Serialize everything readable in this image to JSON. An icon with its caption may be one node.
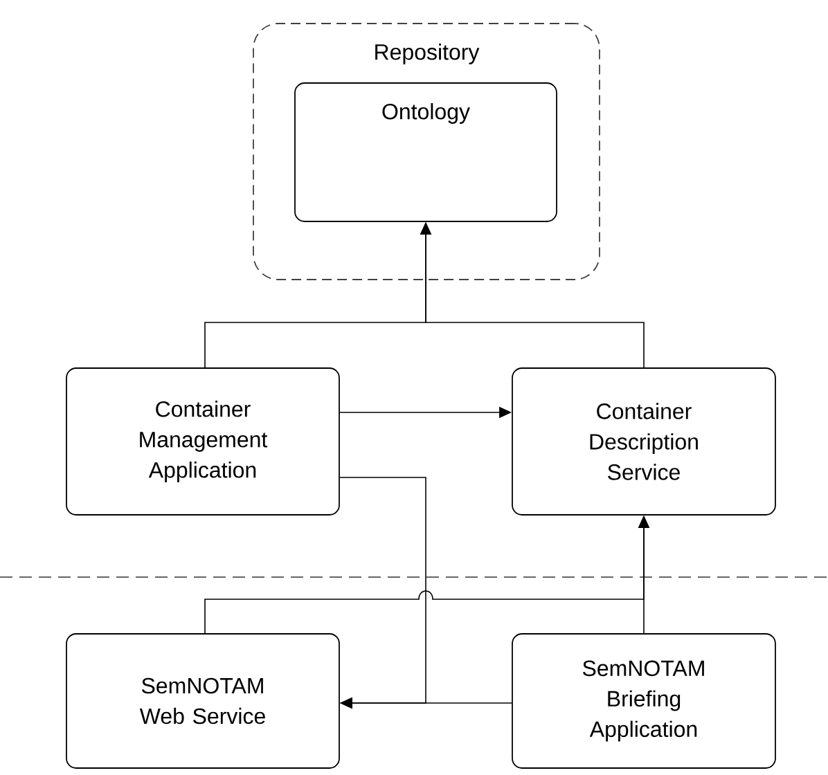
{
  "diagram": {
    "nodes": [
      {
        "text": [
          "Repository"
        ]
      },
      {
        "text": [
          "Ontology"
        ],
        "in": 0
      },
      {
        "text": [
          "Container Management Application"
        ]
      },
      {
        "text": [
          "Container Description Service"
        ]
      },
      {
        "text": [
          "SemNOTAM Web Service"
        ]
      },
      {
        "text": [
          "SemNOTAM Briefing Application"
        ]
      }
    ],
    "edges": [
      {
        "from": 2,
        "to": 1,
        "arrow": "to"
      },
      {
        "from": 3,
        "to": 1,
        "arrow": "to"
      },
      {
        "from": 2,
        "to": 3,
        "arrow": "to"
      },
      {
        "from": 2,
        "to": 4,
        "arrow": "to"
      },
      {
        "from": 5,
        "to": 4,
        "arrow": "to"
      },
      {
        "from": 4,
        "to": 3,
        "arrow": "to"
      },
      {
        "from": 5,
        "to": 3,
        "arrow": "to"
      }
    ]
  }
}
